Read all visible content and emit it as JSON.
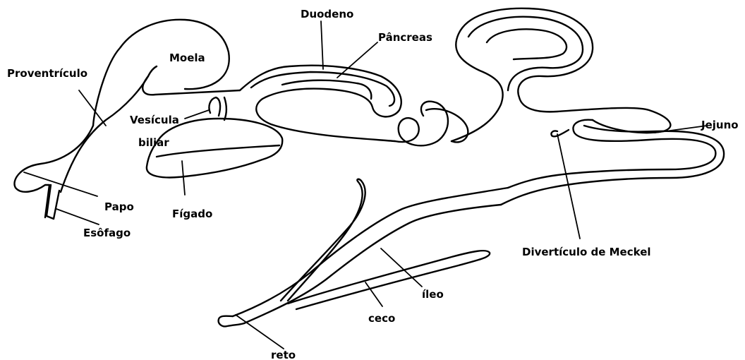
{
  "labels": {
    "duodeno": "Duodeno",
    "pancreas": "Pâncreas",
    "moela": "Moela",
    "proventriculo": "Proventrículo",
    "vesicula_1": "Vesícula",
    "vesicula_2": "biliar",
    "jejuno": "Jejuno",
    "papo": "Papo",
    "figado": "Fígado",
    "esofago": "Esôfago",
    "diverticulo": "Divertículo de Meckel",
    "ileo": "íleo",
    "ceco": "ceco",
    "reto": "reto"
  }
}
